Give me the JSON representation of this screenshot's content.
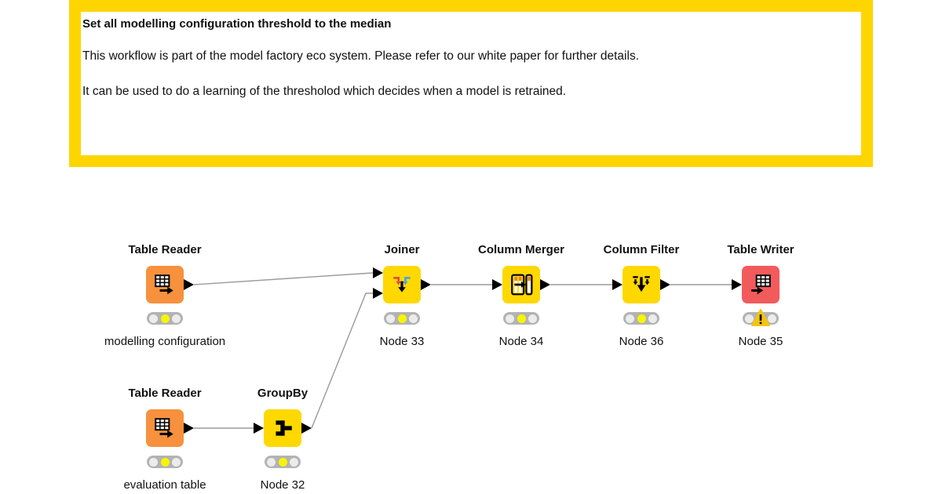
{
  "annotation": {
    "title": "Set all modelling configuration threshold to the median",
    "paragraphs": [
      "This workflow is part of the model factory eco system. Please refer to our white paper for further details.",
      "It can be used to do a learning of the thresholod which decides when a model is retrained."
    ]
  },
  "workflow": {
    "nodes": [
      {
        "title": "Table Reader",
        "name": "modelling configuration",
        "type": "source",
        "status": "configured"
      },
      {
        "title": "Joiner",
        "name": "Node 33",
        "type": "manipulator",
        "status": "configured"
      },
      {
        "title": "Column Merger",
        "name": "Node 34",
        "type": "manipulator",
        "status": "configured"
      },
      {
        "title": "Column Filter",
        "name": "Node 36",
        "type": "manipulator",
        "status": "configured"
      },
      {
        "title": "Table Writer",
        "name": "Node 35",
        "type": "sink",
        "status": "configured-warning"
      },
      {
        "title": "Table Reader",
        "name": "evaluation table",
        "type": "source",
        "status": "configured"
      },
      {
        "title": "GroupBy",
        "name": "Node 32",
        "type": "manipulator",
        "status": "configured"
      }
    ],
    "colors": {
      "source_node": "#F7913D",
      "manipulator_node": "#FFD800",
      "writer_node": "#F25B5B",
      "annotation_border": "#FFD500",
      "connection": "#9A9A9A",
      "traffic_active": "#F8F500",
      "warning_triangle": "#F2C413"
    }
  }
}
